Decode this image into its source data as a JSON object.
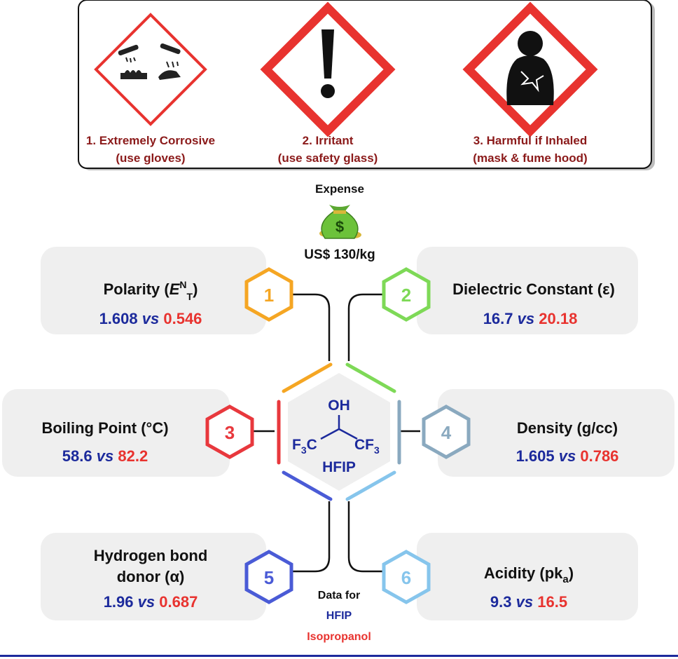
{
  "hazards": [
    {
      "line1": "1. Extremely Corrosive",
      "line2": "(use gloves)",
      "icon": "corrosive-icon"
    },
    {
      "line1": "2. Irritant",
      "line2": "(use safety glass)",
      "icon": "exclamation-icon"
    },
    {
      "line1": "3. Harmful if Inhaled",
      "line2": "(mask & fume hood)",
      "icon": "health-hazard-icon"
    }
  ],
  "expense": {
    "title": "Expense",
    "price": "US$ 130/kg",
    "icon": "money-bag-icon"
  },
  "center": {
    "oh": "OH",
    "f3c_main": "F",
    "f3c_sub": "3",
    "f3c_c": "C",
    "cf3_main": "CF",
    "cf3_sub": "3",
    "name": "HFIP"
  },
  "properties": [
    {
      "num": "1",
      "title_main": "Polarity (",
      "title_italic": "E",
      "title_sup": "N",
      "title_sub": "T",
      "title_end": ")",
      "hfip": "1.608",
      "iso": "0.546",
      "color": "#f5a623"
    },
    {
      "num": "2",
      "title_main": "Dielectric Constant (ε)",
      "hfip": "16.7",
      "iso": "20.18",
      "color": "#7ed957"
    },
    {
      "num": "3",
      "title_main": "Boiling Point (°C)",
      "hfip": "58.6",
      "iso": "82.2",
      "color": "#e8383d"
    },
    {
      "num": "4",
      "title_main": "Density (g/cc)",
      "hfip": "1.605",
      "iso": "0.786",
      "color": "#8aa9bf"
    },
    {
      "num": "5",
      "title_line1": "Hydrogen bond",
      "title_line2": "donor (α)",
      "hfip": "1.96",
      "iso": "0.687",
      "color": "#4a5bd6"
    },
    {
      "num": "6",
      "title_main": "Acidity (pk",
      "title_sub": "a",
      "title_end": ")",
      "hfip": "9.3",
      "iso": "16.5",
      "color": "#86c5ec"
    }
  ],
  "vs_word": "vs",
  "legend": {
    "title": "Data for",
    "hfip": "HFIP",
    "iso": "Isopropanol"
  },
  "colors": {
    "hfip": "#1c2a9c",
    "iso": "#e8332f",
    "card": "#efefef",
    "hazard_red": "#e8332f",
    "rule": "#1c2a9c"
  }
}
